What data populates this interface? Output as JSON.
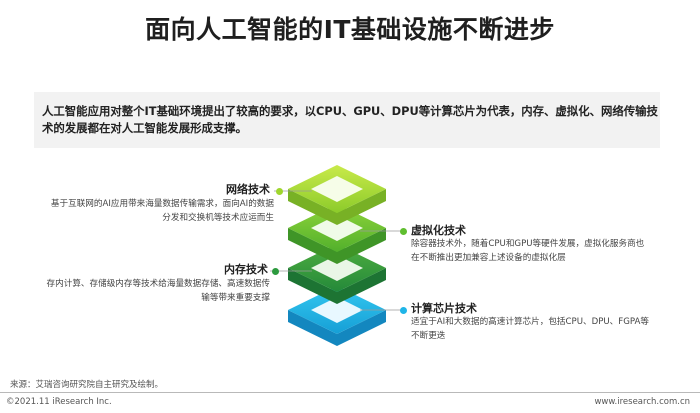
{
  "title": "面向人工智能的IT基础设施不断进步",
  "intro": "人工智能应用对整个IT基础环境提出了较高的要求，以CPU、GPU、DPU等计算芯片为代表，内存、虚拟化、网络传输技术的发展都在对人工智能发展形成支撑。",
  "layers": [
    {
      "title": "网络技术",
      "desc_lines": [
        "基于互联网的AI应用带来海量数据传输需求，面向AI的数据",
        "分发和交换机等技术应运而生"
      ],
      "side": "left",
      "color": "#9fd62e"
    },
    {
      "title": "虚拟化技术",
      "desc_lines": [
        "除容器技术外，随着CPU和GPU等硬件发展，虚拟化服务商也",
        "在不断推出更加兼容上述设备的虚拟化层"
      ],
      "side": "right",
      "color": "#5fbe2f"
    },
    {
      "title": "内存技术",
      "desc_lines": [
        "存内计算、存储级内存等技术给海量数据存储、高速数据传",
        "输等带来重要支撑"
      ],
      "side": "left",
      "color": "#2c9a3e"
    },
    {
      "title": "计算芯片技术",
      "desc_lines": [
        "适宜于AI和大数据的高速计算芯片，包括CPU、DPU、FGPA等",
        "不断更迭"
      ],
      "side": "right",
      "color": "#1fb5e8"
    }
  ],
  "footer": {
    "source": "来源：艾瑞咨询研究院自主研究及绘制。",
    "copyright": "©2021.11 iResearch Inc.",
    "website": "www.iresearch.com.cn"
  }
}
